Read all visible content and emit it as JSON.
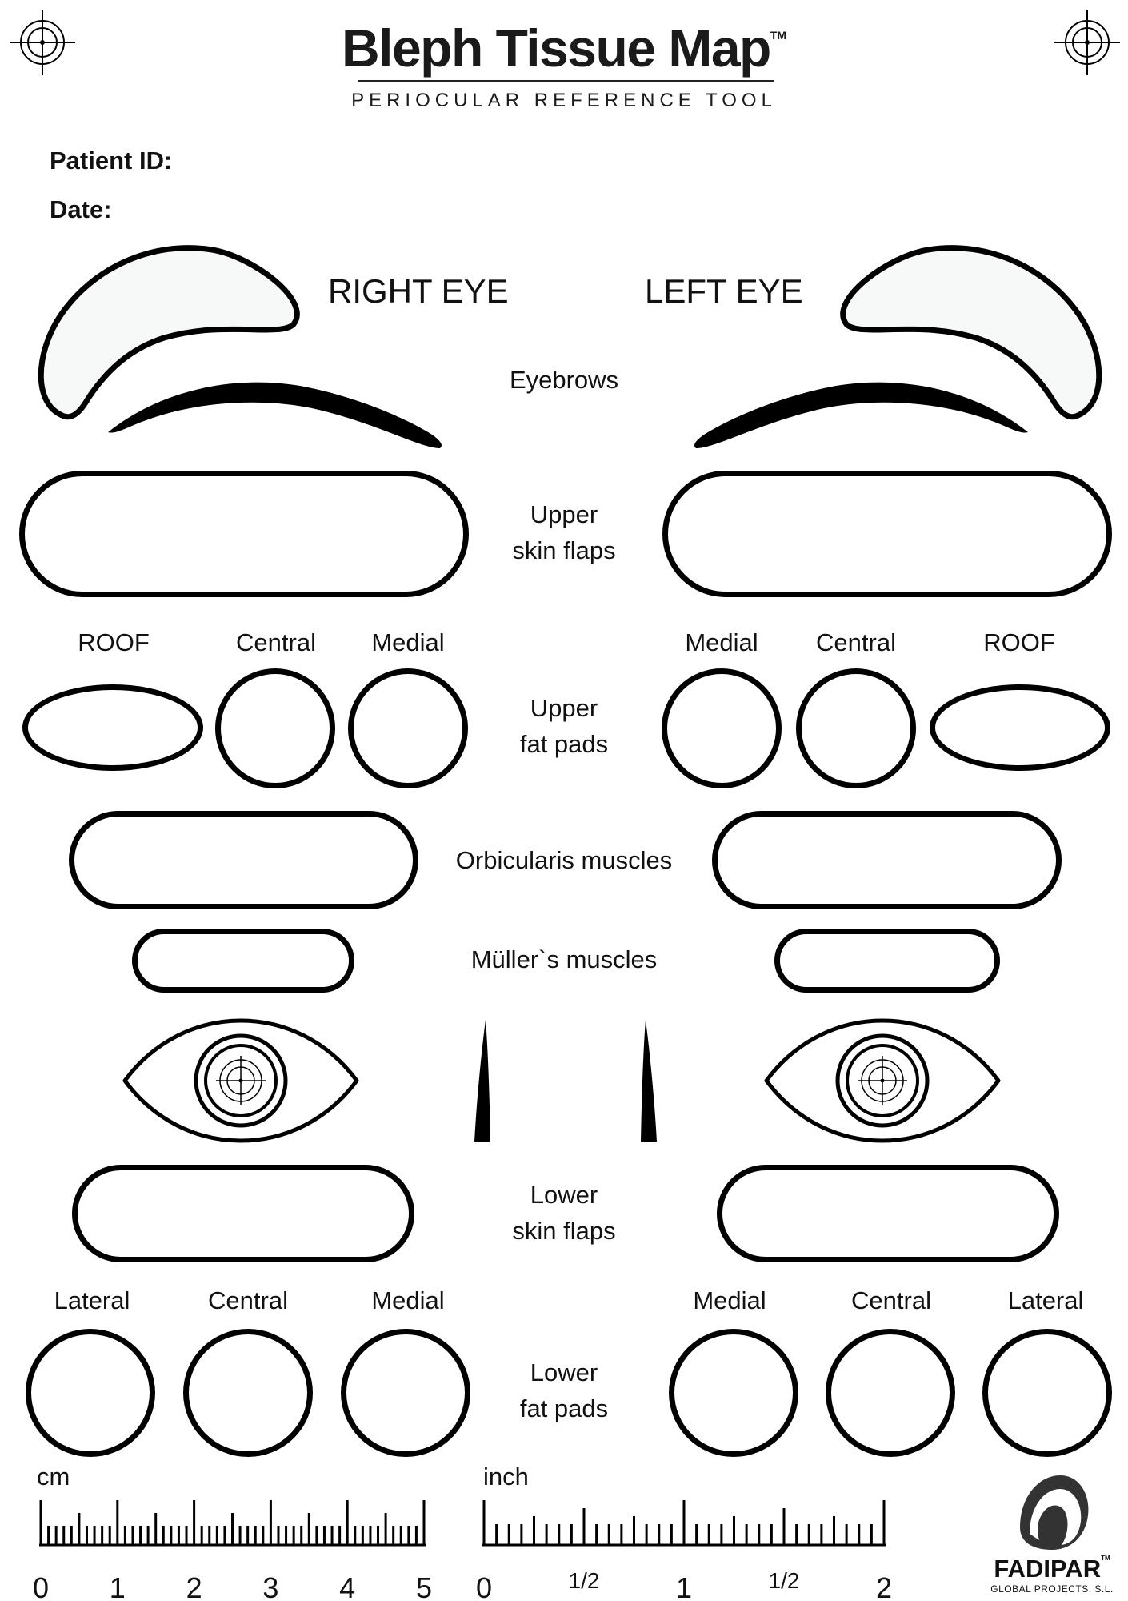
{
  "header": {
    "title": "Bleph Tissue Map",
    "trademark": "TM",
    "subtitle": "PERIOCULAR REFERENCE TOOL"
  },
  "form": {
    "patient_id_label": "Patient ID:",
    "patient_id_value": "",
    "date_label": "Date:",
    "date_value": ""
  },
  "eyes": {
    "right_label": "RIGHT EYE",
    "left_label": "LEFT EYE"
  },
  "sections": {
    "eyebrows": "Eyebrows",
    "upper_skin_flaps": [
      "Upper",
      "skin flaps"
    ],
    "upper_fat_pads": [
      "Upper",
      "fat pads"
    ],
    "orbicularis": "Orbicularis muscles",
    "muller": "Müller`s muscles",
    "lower_skin_flaps": [
      "Lower",
      "skin flaps"
    ],
    "lower_fat_pads": [
      "Lower",
      "fat pads"
    ]
  },
  "upper_pads": {
    "right": [
      "ROOF",
      "Central",
      "Medial"
    ],
    "left": [
      "Medial",
      "Central",
      "ROOF"
    ]
  },
  "lower_pads": {
    "right": [
      "Lateral",
      "Central",
      "Medial"
    ],
    "left": [
      "Medial",
      "Central",
      "Lateral"
    ]
  },
  "rulers": {
    "cm": {
      "unit": "cm",
      "numbers": [
        "0",
        "1",
        "2",
        "3",
        "4",
        "5"
      ]
    },
    "inch": {
      "unit": "inch",
      "numbers": [
        "0",
        "1/2",
        "1",
        "1/2",
        "2"
      ]
    }
  },
  "brand": {
    "name": "FADIPAR",
    "trademark": "TM",
    "tagline": "GLOBAL PROJECTS, S.L."
  }
}
